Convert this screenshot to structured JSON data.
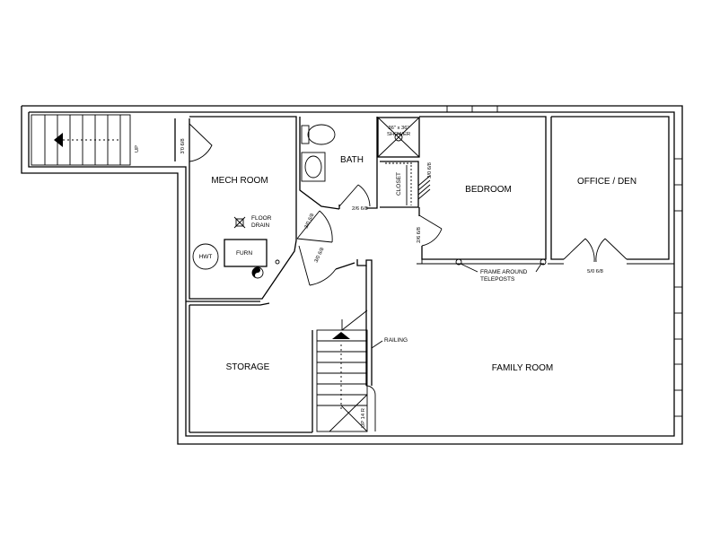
{
  "rooms": {
    "mech_room": "MECH ROOM",
    "bath": "BATH",
    "bedroom": "BEDROOM",
    "office_den": "OFFICE / DEN",
    "storage": "STORAGE",
    "family_room": "FAMILY ROOM"
  },
  "fixtures": {
    "floor_drain_line1": "FLOOR",
    "floor_drain_line2": "DRAIN",
    "hwt": "HWT",
    "furn": "FURN",
    "closet": "CLOSET",
    "shower_line1": "36\" x 36\"",
    "shower_line2": "SHOWER"
  },
  "doors": {
    "stair_top": "3'0 6/8",
    "mech": "3/0 6/8",
    "storage": "3/0 6/8",
    "bath": "2/6 6/8",
    "closet": "3/0 6/8",
    "bedroom": "2/6 6/8",
    "office": "5/0 6/8"
  },
  "annotations": {
    "up_top": "UP",
    "up_bottom": "UP 14 R",
    "railing": "RAILING",
    "frame_line1": "FRAME AROUND",
    "frame_line2": "TELEPOSTS"
  }
}
